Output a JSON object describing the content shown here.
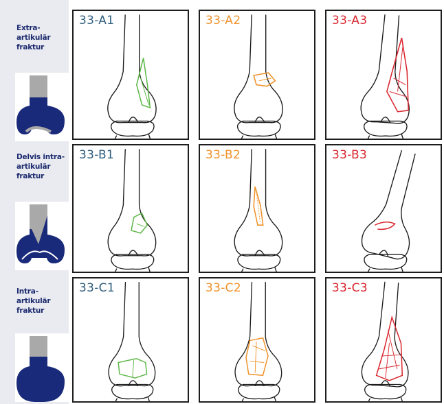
{
  "rows": [
    {
      "label": "Extra-\nartikulär\nfraktur"
    },
    {
      "label": "Delvis intra-\nartikulär\nfraktur"
    },
    {
      "label": "Intra-\nartikulär\nfraktur"
    }
  ],
  "panels": [
    {
      "code": "33-A1",
      "color": "#2f5e7e",
      "fracture_color": "#5fb84a"
    },
    {
      "code": "33-A2",
      "color": "#f0922a",
      "fracture_color": "#f0922a"
    },
    {
      "code": "33-A3",
      "color": "#d9262e",
      "fracture_color": "#d9262e"
    },
    {
      "code": "33-B1",
      "color": "#2f5e7e",
      "fracture_color": "#5fb84a"
    },
    {
      "code": "33-B2",
      "color": "#f0922a",
      "fracture_color": "#f0922a"
    },
    {
      "code": "33-B3",
      "color": "#d9262e",
      "fracture_color": "#d9262e"
    },
    {
      "code": "33-C1",
      "color": "#2f5e7e",
      "fracture_color": "#5fb84a"
    },
    {
      "code": "33-C2",
      "color": "#f0922a",
      "fracture_color": "#f0922a"
    },
    {
      "code": "33-C3",
      "color": "#d9262e",
      "fracture_color": "#d9262e"
    }
  ],
  "colors": {
    "bone_blue": "#1a2a7a",
    "bone_gray": "#a9a9a9",
    "sidebar": "#e9ebf0"
  }
}
